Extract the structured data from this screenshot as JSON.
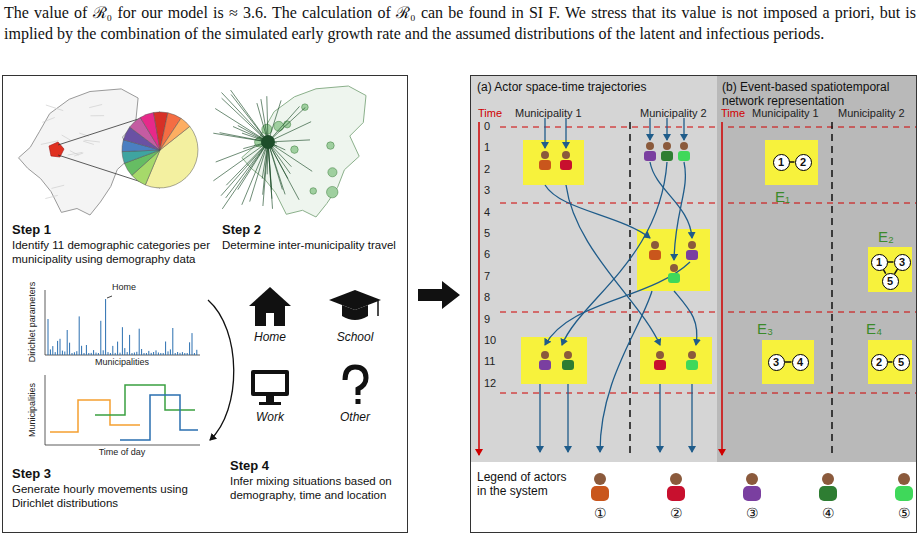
{
  "diagram": {
    "nodes": [
      {
        "text": [
          "Step 1",
          "Identify 11 demographic categories per municipality using demography data",
          "Step 2",
          "Determine inter-municipality travel",
          "Step 3",
          "Generate hourly movements using Dirichlet distributions",
          "Step 4",
          "Infer mixing situations based on demography, time and location"
        ]
      },
      {
        "text": [
          "(a) Actor space-time trajectories",
          "(b) Event-based spatiotemporal network representation"
        ]
      },
      {
        "text": [
          "E₁"
        ],
        "in": 1
      },
      {
        "text": [
          "1"
        ],
        "in": 2
      },
      {
        "text": [
          "2"
        ],
        "in": 2
      },
      {
        "text": [
          "E₂"
        ],
        "in": 1
      },
      {
        "text": [
          "1"
        ],
        "in": 5
      },
      {
        "text": [
          "3"
        ],
        "in": 5
      },
      {
        "text": [
          "5"
        ],
        "in": 5
      },
      {
        "text": [
          "E₃"
        ],
        "in": 1
      },
      {
        "text": [
          "3"
        ],
        "in": 9
      },
      {
        "text": [
          "4"
        ],
        "in": 9
      },
      {
        "text": [
          "E₄"
        ],
        "in": 1
      },
      {
        "text": [
          "2"
        ],
        "in": 12
      },
      {
        "text": [
          "5"
        ],
        "in": 12
      }
    ],
    "edges": [
      {
        "from": 3,
        "to": 4,
        "arrow": "none"
      },
      {
        "from": 6,
        "to": 7,
        "arrow": "none"
      },
      {
        "from": 6,
        "to": 8,
        "arrow": "none"
      },
      {
        "from": 7,
        "to": 8,
        "arrow": "none"
      },
      {
        "from": 10,
        "to": 11,
        "arrow": "none"
      },
      {
        "from": 13,
        "to": 14,
        "arrow": "none"
      }
    ],
    "labels": [
      "The value of ℛ₀ for our model is ≈ 3.6. The calculation of ℛ₀ can be found in SI F. We stress that its value is not imposed a priori, but is implied by the combination of the simulated early growth rate and the assumed distributions of the latent and infectious periods.",
      "Dirichlet parameters",
      "Home",
      "Municipalities",
      "Municipalities",
      "Time of day",
      "Home",
      "School",
      "Work",
      "Other",
      "Time",
      "Municipality 1",
      "Municipality 2",
      "0",
      "1",
      "2",
      "3",
      "4",
      "5",
      "6",
      "7",
      "8",
      "9",
      "10",
      "11",
      "12",
      "Time",
      "Municipality 1",
      "Municipality 2",
      "Legend of actors in the system"
    ],
    "legend": [
      {
        "text": "①",
        "color": "#c9561c"
      },
      {
        "text": "②",
        "color": "#c8102e"
      },
      {
        "text": "③",
        "color": "#7a3fa0"
      },
      {
        "text": "④",
        "color": "#2e7d32"
      },
      {
        "text": "⑤",
        "color": "#3fd85a"
      }
    ]
  }
}
